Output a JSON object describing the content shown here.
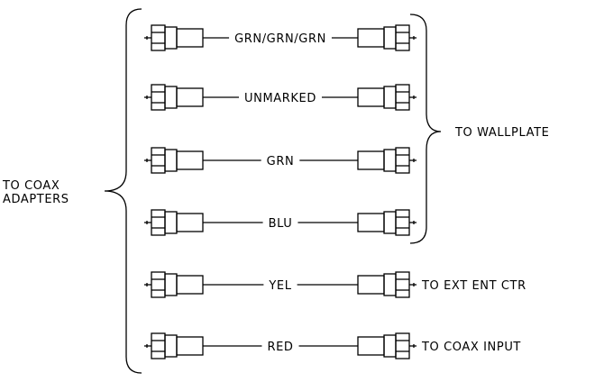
{
  "left_label": [
    "TO COAX",
    "ADAPTERS"
  ],
  "wallplate_label": "TO WALLPLATE",
  "cables": [
    {
      "label": "GRN/GRN/GRN",
      "right_label": ""
    },
    {
      "label": "UNMARKED",
      "right_label": ""
    },
    {
      "label": "GRN",
      "right_label": ""
    },
    {
      "label": "BLU",
      "right_label": ""
    },
    {
      "label": "YEL",
      "right_label": "TO EXT ENT CTR"
    },
    {
      "label": "RED",
      "right_label": "TO COAX INPUT"
    }
  ]
}
